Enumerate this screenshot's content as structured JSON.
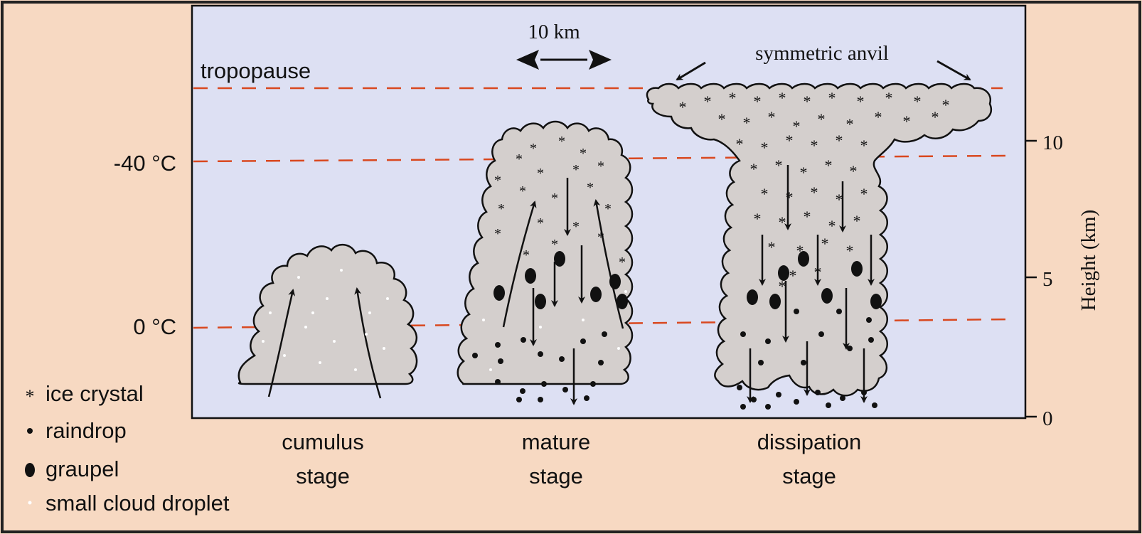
{
  "colors": {
    "background": "#f7d9c2",
    "panel": "#dde0f3",
    "cloud_fill": "#d4cfcd",
    "isotherm": "#d9481f",
    "ink": "#111111"
  },
  "labels": {
    "tropopause": "tropopause",
    "minus40": "-40 °C",
    "zero": "0 °C",
    "scale": "10 km",
    "anvil": "symmetric anvil"
  },
  "height_axis": {
    "title": "Height (km)",
    "ticks": [
      "0",
      "5",
      "10"
    ]
  },
  "stages": [
    {
      "line1": "cumulus",
      "line2": "stage"
    },
    {
      "line1": "mature",
      "line2": "stage"
    },
    {
      "line1": "dissipation",
      "line2": "stage"
    }
  ],
  "legend": [
    {
      "symbol": "*",
      "label": "ice crystal",
      "icon": "ice-crystal-icon"
    },
    {
      "symbol": "•",
      "label": "raindrop",
      "icon": "raindrop-icon"
    },
    {
      "symbol": "⬮",
      "label": "graupel",
      "icon": "graupel-icon"
    },
    {
      "symbol": "·",
      "label": "small cloud droplet",
      "icon": "cloud-droplet-icon"
    }
  ]
}
